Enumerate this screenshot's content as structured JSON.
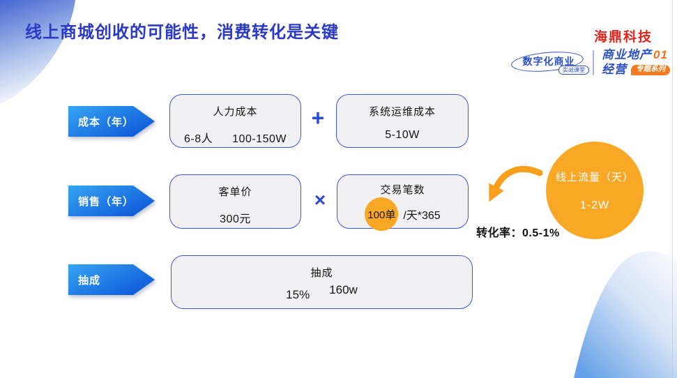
{
  "title": "线上商城创收的可能性，消费转化是关键",
  "brand": {
    "company": "海鼎科技",
    "program": "数字化商业",
    "program_sub": "实战课堂",
    "series_line1": "商业地产",
    "series_num": "01",
    "series_line2": "经营",
    "series_badge": "专题系列"
  },
  "cost_row": {
    "label": "成本（年）",
    "operator": "+",
    "box1": {
      "title": "人力成本",
      "value1": "6-8人",
      "value2": "100-150W"
    },
    "box2": {
      "title": "系统运维成本",
      "value": "5-10W"
    }
  },
  "sales_row": {
    "label": "销售（年）",
    "operator": "×",
    "box1": {
      "title": "客单价",
      "value": "300元"
    },
    "box2": {
      "title": "交易笔数",
      "highlight": "100单",
      "suffix": "/天*365"
    }
  },
  "commission_row": {
    "label": "抽成",
    "box": {
      "title": "抽成",
      "value1": "15%",
      "value2": "160w"
    }
  },
  "traffic": {
    "title": "线上流量（天）",
    "value": "1-2W",
    "conversion": "转化率：0.5-1%"
  },
  "colors": {
    "title_blue": "#2B3AC6",
    "brand_red": "#E0251B",
    "brand_blue": "#2C51C8",
    "accent_orange": "#F9A01B",
    "circle_orange": "#F9A826",
    "badge_orange": "#F47B1F",
    "arrow_gradient_start": "#36A5F2",
    "arrow_gradient_end": "#0C55D8",
    "box_border": "#3A57DA",
    "box_bg": "#F1F1F4"
  }
}
